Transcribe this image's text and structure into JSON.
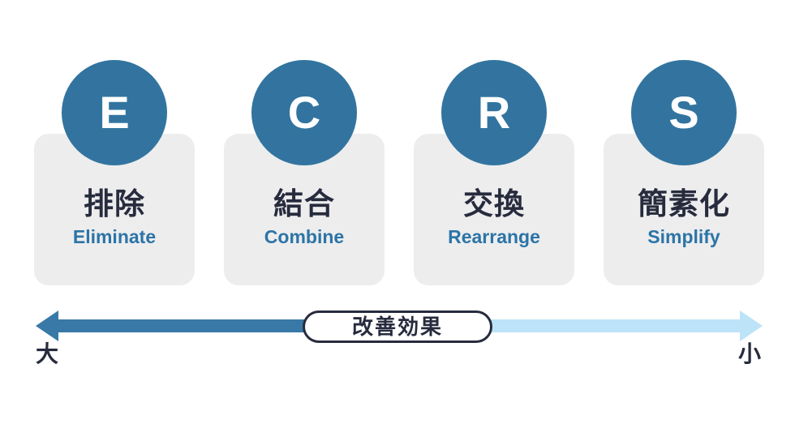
{
  "cards": [
    {
      "letter": "E",
      "title_ja": "排除",
      "title_en": "Eliminate"
    },
    {
      "letter": "C",
      "title_ja": "結合",
      "title_en": "Combine"
    },
    {
      "letter": "R",
      "title_ja": "交換",
      "title_en": "Rearrange"
    },
    {
      "letter": "S",
      "title_ja": "簡素化",
      "title_en": "Simplify"
    }
  ],
  "axis": {
    "center_label": "改善効果",
    "left_label": "大",
    "right_label": "小"
  },
  "colors": {
    "circle_blue": "#32749F",
    "card_bg": "#EDEDEE",
    "navy_text": "#272B3D",
    "english_blue": "#2C74A6",
    "arrow_dark": "#3879A8",
    "arrow_light": "#BCE3F8",
    "pill_bg": "#FFFFFF"
  }
}
